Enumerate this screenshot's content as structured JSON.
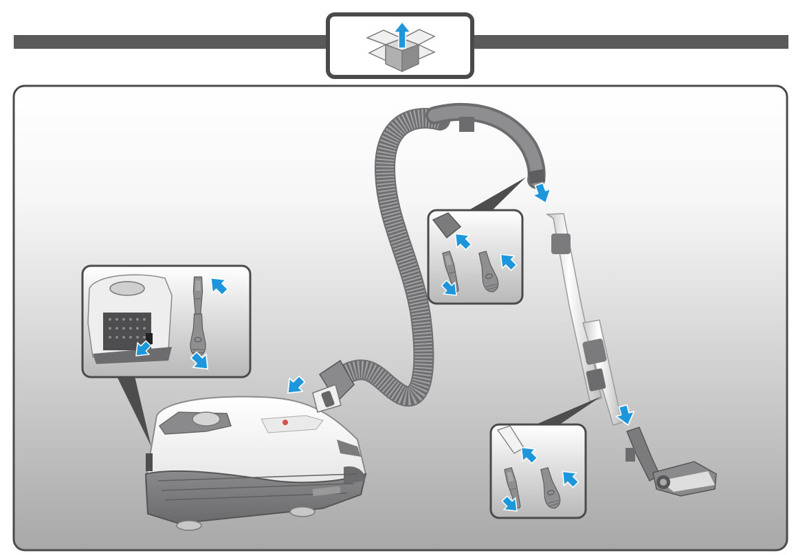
{
  "diagram": {
    "header_icon": "unboxing-box-arrow-up-icon",
    "colors": {
      "panel_light": "#ffffff",
      "panel_dark": "#a9a9a9",
      "frame": "#4a4a4a",
      "arrow": "#1d96dc",
      "body_grey": "#7b7b7d",
      "body_white": "#f1f1f1",
      "hose": "#8e8e90"
    },
    "components": [
      {
        "id": "vacuum-body",
        "icon": "canister-vacuum-icon"
      },
      {
        "id": "hose",
        "icon": "flexible-hose-icon"
      },
      {
        "id": "handle",
        "icon": "hose-handle-icon"
      },
      {
        "id": "telescopic-tube",
        "icon": "telescopic-tube-icon"
      },
      {
        "id": "floor-nozzle",
        "icon": "floor-brush-icon"
      },
      {
        "id": "crevice-tool",
        "icon": "crevice-nozzle-icon"
      },
      {
        "id": "upholstery-tool",
        "icon": "upholstery-nozzle-icon"
      }
    ],
    "detail_callouts": [
      {
        "id": "storage-compartment",
        "icon": "accessory-storage-icon"
      },
      {
        "id": "handle-clip",
        "icon": "handle-accessory-clip-icon"
      },
      {
        "id": "tube-clip",
        "icon": "tube-accessory-clip-icon"
      }
    ]
  }
}
